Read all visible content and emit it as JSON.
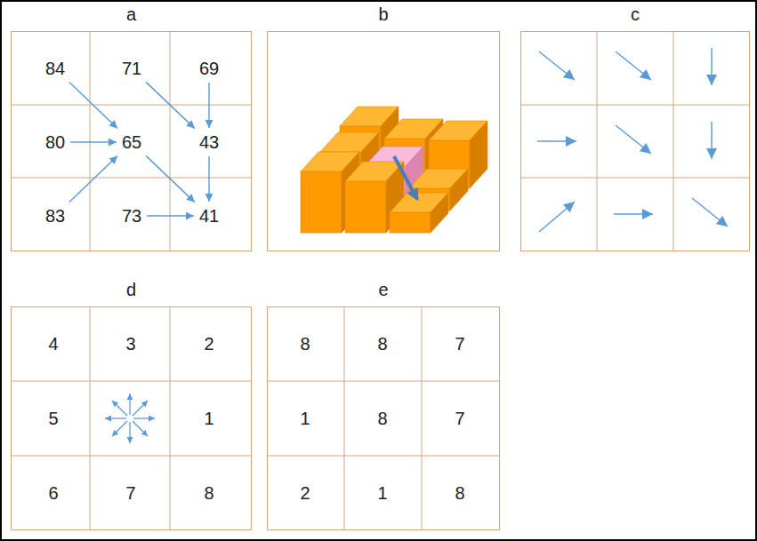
{
  "diagram": {
    "nodes": [
      {
        "text": [
          "a"
        ]
      },
      {
        "text": [
          "84"
        ],
        "in": 0
      },
      {
        "text": [
          "71"
        ],
        "in": 0
      },
      {
        "text": [
          "69"
        ],
        "in": 0
      },
      {
        "text": [
          "80"
        ],
        "in": 0
      },
      {
        "text": [
          "65"
        ],
        "in": 0
      },
      {
        "text": [
          "43"
        ],
        "in": 0
      },
      {
        "text": [
          "83"
        ],
        "in": 0
      },
      {
        "text": [
          "73"
        ],
        "in": 0
      },
      {
        "text": [
          "41"
        ],
        "in": 0
      },
      {
        "text": [
          "b"
        ]
      },
      {
        "text": [
          "c"
        ]
      },
      {
        "text": [
          "d"
        ]
      },
      {
        "text": [
          "4"
        ],
        "in": 12
      },
      {
        "text": [
          "3"
        ],
        "in": 12
      },
      {
        "text": [
          "2"
        ],
        "in": 12
      },
      {
        "text": [
          "5"
        ],
        "in": 12
      },
      {
        "text": [
          "1"
        ],
        "in": 12
      },
      {
        "text": [
          "6"
        ],
        "in": 12
      },
      {
        "text": [
          "7"
        ],
        "in": 12
      },
      {
        "text": [
          "8"
        ],
        "in": 12
      },
      {
        "text": [
          "e"
        ]
      },
      {
        "text": [
          "8"
        ],
        "in": 21
      },
      {
        "text": [
          "8"
        ],
        "in": 21
      },
      {
        "text": [
          "7"
        ],
        "in": 21
      },
      {
        "text": [
          "1"
        ],
        "in": 21
      },
      {
        "text": [
          "8"
        ],
        "in": 21
      },
      {
        "text": [
          "7"
        ],
        "in": 21
      },
      {
        "text": [
          "2"
        ],
        "in": 21
      },
      {
        "text": [
          "1"
        ],
        "in": 21
      },
      {
        "text": [
          "8"
        ],
        "in": 21
      }
    ],
    "edges": [
      {
        "from": 1,
        "to": 5,
        "arrow": "to"
      },
      {
        "from": 4,
        "to": 5,
        "arrow": "to"
      },
      {
        "from": 7,
        "to": 5,
        "arrow": "to"
      },
      {
        "from": 2,
        "to": 6,
        "arrow": "to"
      },
      {
        "from": 3,
        "to": 6,
        "arrow": "to"
      },
      {
        "from": 5,
        "to": 9,
        "arrow": "to"
      },
      {
        "from": 6,
        "to": 9,
        "arrow": "to"
      },
      {
        "from": 8,
        "to": 9,
        "arrow": "to"
      }
    ]
  }
}
